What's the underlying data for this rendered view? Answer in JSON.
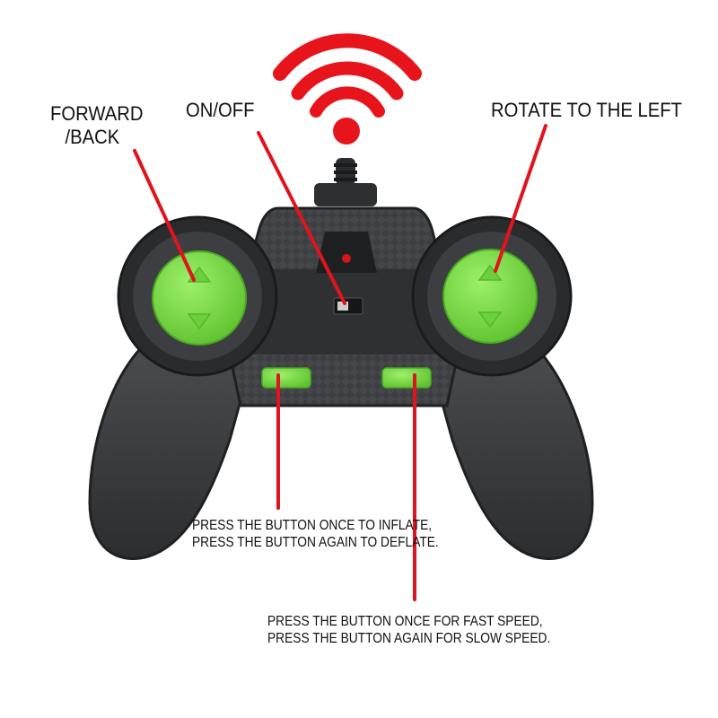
{
  "labels": {
    "forward_back": [
      "FORWARD",
      "/BACK"
    ],
    "on_off": "ON/OFF",
    "rotate_left": "ROTATE TO THE LEFT",
    "inflate": [
      "PRESS THE BUTTON ONCE TO INFLATE,",
      "PRESS THE BUTTON AGAIN TO DEFLATE."
    ],
    "speed": [
      "PRESS THE BUTTON ONCE FOR FAST SPEED,",
      "PRESS THE BUTTON AGAIN FOR SLOW SPEED."
    ]
  },
  "colors": {
    "body": "#3a3b3d",
    "body_dark": "#1f2021",
    "rim": "#2a2b2d",
    "button_green": "#7bdc4a",
    "pointer_red": "#e0141e",
    "signal_red": "#e8141c"
  },
  "icons": {
    "signal": "wifi-signal-icon",
    "led": "led-indicator-icon",
    "switch": "power-switch-icon"
  }
}
